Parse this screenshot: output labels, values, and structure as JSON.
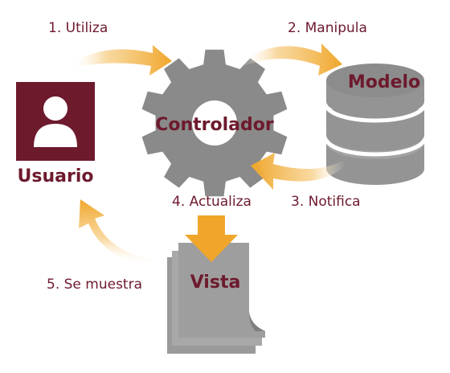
{
  "diagram": {
    "nodes": {
      "user": {
        "label": "Usuario"
      },
      "controller": {
        "label": "Controlador"
      },
      "model": {
        "label": "Modelo"
      },
      "view": {
        "label": "Vista"
      }
    },
    "steps": [
      {
        "label": "1. Utiliza"
      },
      {
        "label": "2. Manipula"
      },
      {
        "label": "3. Notifica"
      },
      {
        "label": "4. Actualiza"
      },
      {
        "label": "5. Se muestra"
      }
    ]
  },
  "colors": {
    "maroon": "#6d1a2d",
    "gear_gray": "#8a8a8a",
    "arrow_orange": "#f0a62a",
    "db_gray": "#949494"
  },
  "icons": {
    "user": "user-icon",
    "controller": "gear-icon",
    "model": "database-icon",
    "view": "document-stack-icon"
  }
}
